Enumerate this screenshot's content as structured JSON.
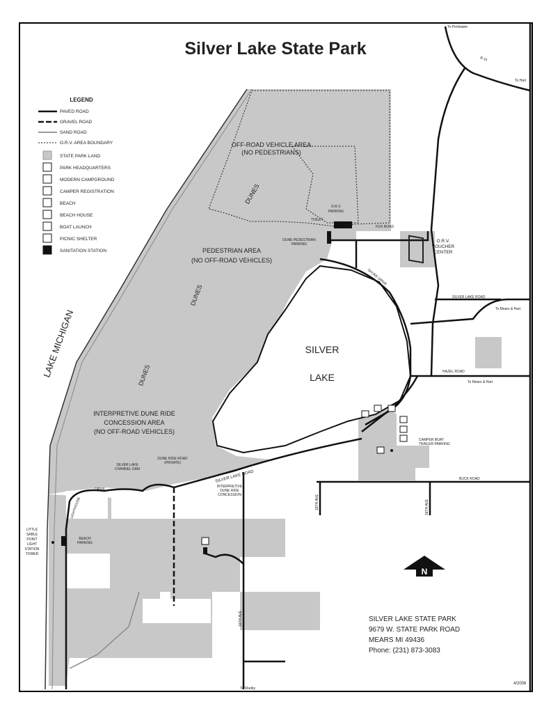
{
  "title": "Silver Lake State Park",
  "colors": {
    "park_land": "#c8c8c8",
    "road": "#111111",
    "water": "#ffffff",
    "border": "#000000"
  },
  "legend": {
    "heading": "LEGEND",
    "items": [
      {
        "label": "PAVED ROAD",
        "icon": "paved-road-line"
      },
      {
        "label": "GRAVEL ROAD",
        "icon": "gravel-road-line"
      },
      {
        "label": "SAND ROAD",
        "icon": "sand-road-line"
      },
      {
        "label": "O.R.V. AREA BOUNDARY",
        "icon": "dotted-boundary-line"
      },
      {
        "label": "STATE PARK LAND",
        "icon": "gray-square"
      },
      {
        "label": "PARK HEADQUARTERS",
        "icon": "headquarters-icon"
      },
      {
        "label": "MODERN CAMPGROUND",
        "icon": "campground-icon"
      },
      {
        "label": "CAMPER REGISTRATION",
        "icon": "registration-icon"
      },
      {
        "label": "BEACH",
        "icon": "beach-icon"
      },
      {
        "label": "BEACH HOUSE",
        "icon": "beach-house-icon"
      },
      {
        "label": "BOAT LAUNCH",
        "icon": "boat-launch-icon"
      },
      {
        "label": "PICNIC SHELTER",
        "icon": "picnic-shelter-icon"
      },
      {
        "label": "SANITATION STATION",
        "icon": "sanitation-icon"
      }
    ]
  },
  "areas": {
    "orv": [
      "OFF-ROAD VEHICLE AREA",
      "(NO PEDESTRIANS)"
    ],
    "pedestrian": [
      "PEDESTRIAN AREA",
      "(NO OFF-ROAD VEHICLES)"
    ],
    "concession": [
      "INTERPRETIVE DUNE RIDE",
      "CONCESSION AREA",
      "(NO OFF-ROAD VEHICLES)"
    ],
    "dunes": "DUNES",
    "lake_michigan": "LAKE MICHIGAN",
    "silver_lake_1": "SILVER",
    "silver_lake_2": "LAKE"
  },
  "labels": {
    "to_pentwater": "To Pentwater",
    "b15": "B-15",
    "to_hart": "To Hart",
    "fox_road": "FOX ROAD",
    "orv_voucher": [
      "O.R.V.",
      "VOUCHER",
      "CENTER"
    ],
    "orv_parking": [
      "O.R.V.",
      "PARKING"
    ],
    "toilet": "TOILET",
    "dune_ped_parking": [
      "DUNE PEDESTRIAN",
      "PARKING"
    ],
    "shore_drive": "SHORE DRIVE",
    "silver_lake_road_e": "SILVER LAKE ROAD",
    "to_mears_hart_1": "To Mears & Hart",
    "hazel_road": "HAZEL ROAD",
    "to_mears_hart_2": "To Mears & Hart",
    "camper_boat": [
      "CAMPER BOAT",
      "TRAILER PARKING"
    ],
    "buck_road": "BUCK ROAD",
    "ave_18": "18TH AVE",
    "ave_16": "16TH AVE",
    "silver_lake_road_w": "SILVER LAKE ROAD",
    "dune_ride_road": [
      "DUNE RIDE ROAD",
      "(PRIVATE)"
    ],
    "channel_dam": [
      "SILVER LAKE",
      "CHANNEL DAM"
    ],
    "interpretive_conc": [
      "INTERPRETIVE",
      "DUNE RIDE",
      "CONCESSION"
    ],
    "lighthouse_drive": "LIGHTHOUSE",
    "drive": "DRIVE",
    "lighthouse": [
      "LITTLE",
      "SABLE",
      "POINT",
      "LIGHT",
      "STATION",
      "TOWER"
    ],
    "beach_parking": [
      "BEACH",
      "PARKING"
    ],
    "to_shelby": "To Shelby",
    "north": "N"
  },
  "address": {
    "name": "SILVER LAKE STATE PARK",
    "street": "9679 W. STATE PARK ROAD",
    "city": "MEARS MI 49436",
    "phone": "Phone: (231) 873-3083"
  },
  "date": "4/2006"
}
